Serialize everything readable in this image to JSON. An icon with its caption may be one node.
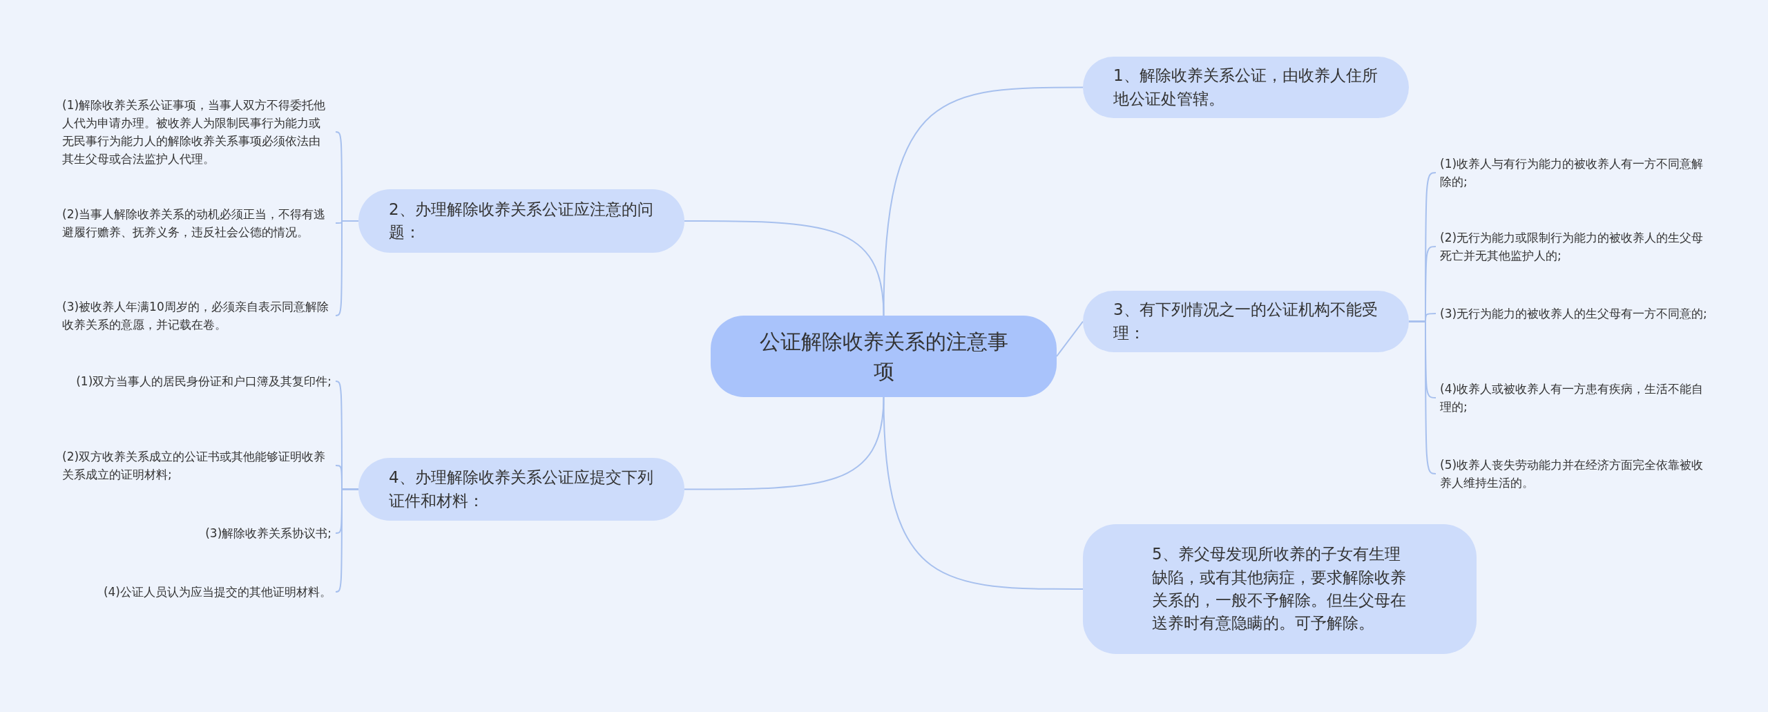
{
  "diagram": {
    "nodes": [
      {
        "text": [
          "公证解除收养关系的注意事项"
        ]
      },
      {
        "text": [
          "1、解除收养关系公证，由收养人住所地公证处管辖。"
        ]
      },
      {
        "text": [
          "2、办理解除收养关系公证应注意的问题："
        ]
      },
      {
        "text": [
          "(1)解除收养关系公证事项，当事人双方不得委托他人代为申请办理。被收养人为限制民事行为能力或无民事行为能力人的解除收养关系事项必须依法由其生父母或合法监护人代理。"
        ]
      },
      {
        "text": [
          "(2)当事人解除收养关系的动机必须正当，不得有逃避履行赡养、抚养义务，违反社会公德的情况。"
        ]
      },
      {
        "text": [
          "(3)被收养人年满10周岁的，必须亲自表示同意解除收养关系的意愿，并记载在卷。"
        ]
      },
      {
        "text": [
          "3、有下列情况之一的公证机构不能受理："
        ]
      },
      {
        "text": [
          "(1)收养人与有行为能力的被收养人有一方不同意解除的;"
        ]
      },
      {
        "text": [
          "(2)无行为能力或限制行为能力的被收养人的生父母死亡并无其他监护人的;"
        ]
      },
      {
        "text": [
          "(3)无行为能力的被收养人的生父母有一方不同意的;"
        ]
      },
      {
        "text": [
          "(4)收养人或被收养人有一方患有疾病，生活不能自理的;"
        ]
      },
      {
        "text": [
          "(5)收养人丧失劳动能力并在经济方面完全依靠被收养人维持生活的。"
        ]
      },
      {
        "text": [
          "4、办理解除收养关系公证应提交下列证件和材料："
        ]
      },
      {
        "text": [
          "(1)双方当事人的居民身份证和户口簿及其复印件;"
        ]
      },
      {
        "text": [
          "(2)双方收养关系成立的公证书或其他能够证明收养关系成立的证明材料;"
        ]
      },
      {
        "text": [
          "(3)解除收养关系协议书;"
        ]
      },
      {
        "text": [
          "(4)公证人员认为应当提交的其他证明材料。"
        ]
      },
      {
        "text": [
          "5、养父母发现所收养的子女有生理缺陷，或有其他病症，要求解除收养关系的，一般不予解除。但生父母在送养时有意隐瞒的。可予解除。"
        ]
      }
    ],
    "edges": [
      {
        "from": 0,
        "to": 1,
        "arrow": "none"
      },
      {
        "from": 0,
        "to": 2,
        "arrow": "none"
      },
      {
        "from": 2,
        "to": 3,
        "arrow": "none"
      },
      {
        "from": 2,
        "to": 4,
        "arrow": "none"
      },
      {
        "from": 2,
        "to": 5,
        "arrow": "none"
      },
      {
        "from": 0,
        "to": 6,
        "arrow": "none"
      },
      {
        "from": 6,
        "to": 7,
        "arrow": "none"
      },
      {
        "from": 6,
        "to": 8,
        "arrow": "none"
      },
      {
        "from": 6,
        "to": 9,
        "arrow": "none"
      },
      {
        "from": 6,
        "to": 10,
        "arrow": "none"
      },
      {
        "from": 6,
        "to": 11,
        "arrow": "none"
      },
      {
        "from": 0,
        "to": 12,
        "arrow": "none"
      },
      {
        "from": 12,
        "to": 13,
        "arrow": "none"
      },
      {
        "from": 12,
        "to": 14,
        "arrow": "none"
      },
      {
        "from": 12,
        "to": 15,
        "arrow": "none"
      },
      {
        "from": 12,
        "to": 16,
        "arrow": "none"
      },
      {
        "from": 0,
        "to": 17,
        "arrow": "none"
      }
    ]
  }
}
